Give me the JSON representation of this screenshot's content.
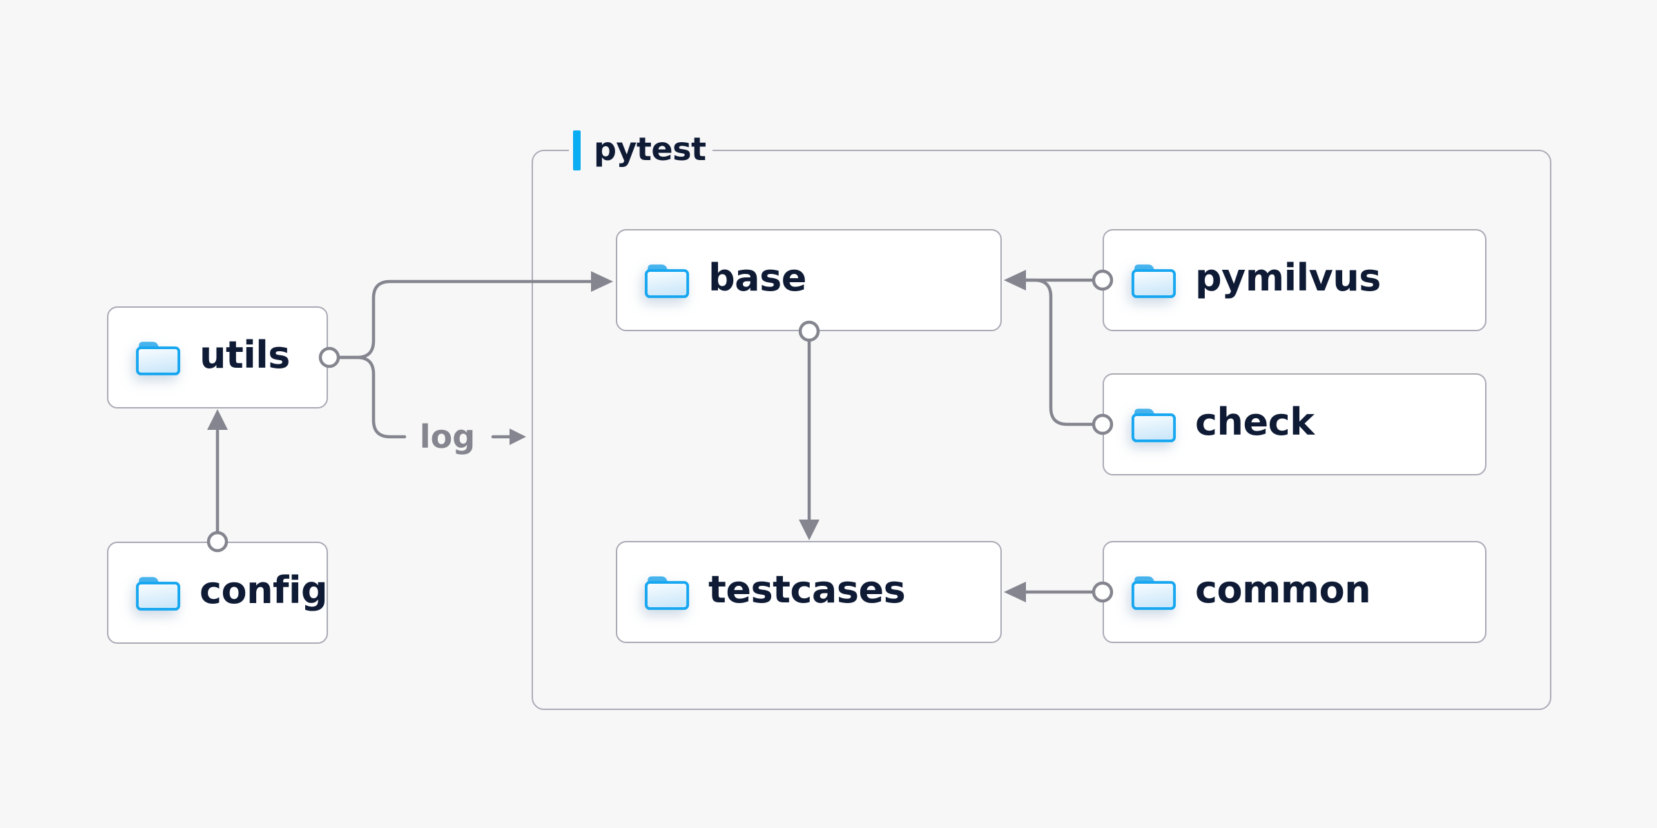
{
  "diagram": {
    "group": {
      "label": "pytest"
    },
    "nodes": {
      "utils": {
        "label": "utils"
      },
      "config": {
        "label": "config"
      },
      "base": {
        "label": "base"
      },
      "testcases": {
        "label": "testcases"
      },
      "pymilvus": {
        "label": "pymilvus"
      },
      "check": {
        "label": "check"
      },
      "common": {
        "label": "common"
      }
    },
    "edge_label_log": "log",
    "edges": [
      {
        "from": "config",
        "to": "utils"
      },
      {
        "from": "utils",
        "to": "base"
      },
      {
        "from": "utils",
        "to": "pytest-group",
        "label": "log"
      },
      {
        "from": "pymilvus",
        "to": "base"
      },
      {
        "from": "check",
        "to": "base"
      },
      {
        "from": "base",
        "to": "testcases"
      },
      {
        "from": "common",
        "to": "testcases"
      }
    ],
    "colors": {
      "background": "#f7f7f8",
      "node_background": "#ffffff",
      "node_border": "#a9aab4",
      "group_border": "#abacb6",
      "edge": "#84858e",
      "text": "#0f1b35",
      "edge_label_text": "#84858e",
      "accent_blue": "#0aacf2",
      "folder_stroke": "#17a7f0",
      "folder_tab": "#46b3ed",
      "folder_fill_top": "#fafdff",
      "folder_fill_bottom": "#cde8fa"
    }
  }
}
